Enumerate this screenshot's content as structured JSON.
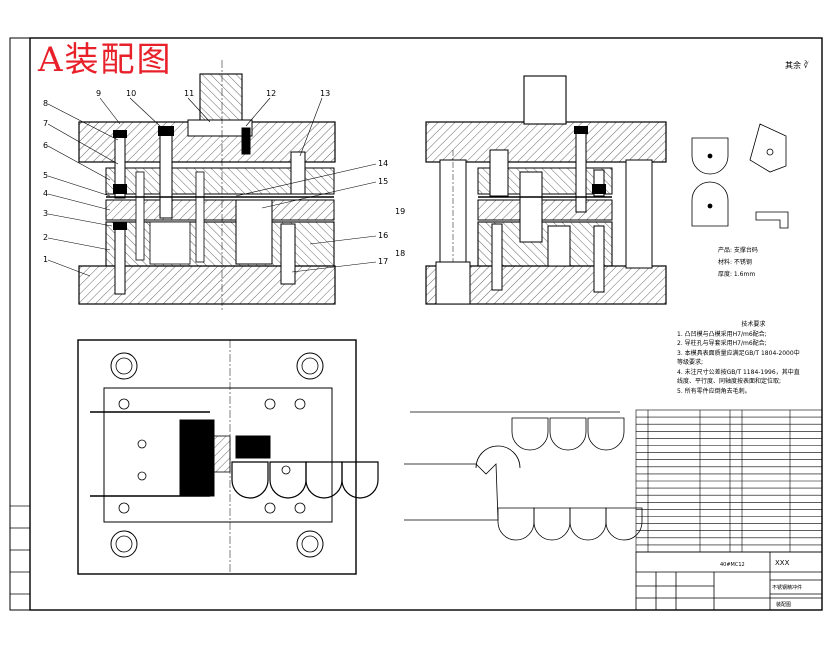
{
  "title": "A装配图",
  "roughness": "其余",
  "callouts": [
    "1",
    "2",
    "3",
    "4",
    "5",
    "6",
    "7",
    "8",
    "9",
    "10",
    "11",
    "12",
    "13",
    "14",
    "15",
    "16",
    "17",
    "18",
    "19"
  ],
  "product": {
    "name_line": "产品: 支撑台码",
    "material_line": "材料: 不锈钢",
    "thickness_line": "厚度: 1.6mm"
  },
  "tech_requirements": {
    "heading": "技术要求",
    "lines": [
      "1. 凸凹模与凸模采用H7/m6配合;",
      "2. 导柱孔与导套采用H7/m6配合;",
      "3. 本模具表面质量应满足GB/T 1804-2000中",
      "   等级要求;",
      "4. 未注尺寸公差按GB/T 1184-1996，其中直",
      "   线度、平行度、同轴度按表面和定位取;",
      "5. 所有零件应倒角去毛刺。"
    ]
  },
  "title_block": {
    "drawing_name": "不锈钢精冲件",
    "drawing_type": "装配图",
    "company": "XXX",
    "code": "40#MC12"
  },
  "bom_rows": 19
}
